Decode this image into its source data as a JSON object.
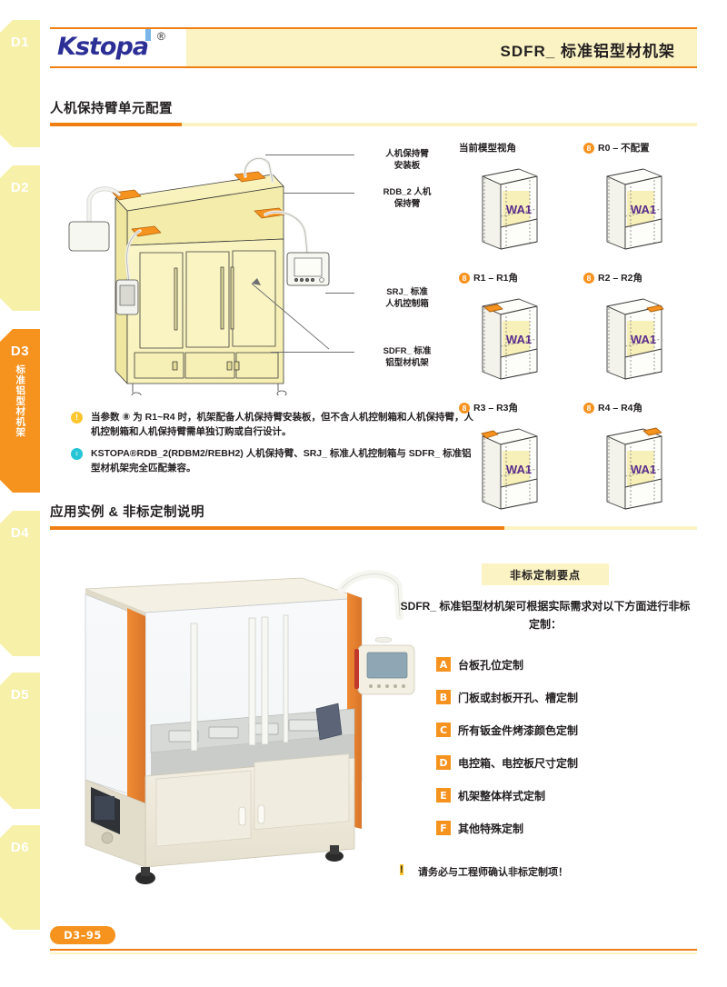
{
  "header": {
    "logo_text": "Kstopa",
    "logo_reg": "®",
    "title": "SDFR_ 标准铝型材机架"
  },
  "sidebar": {
    "tabs": [
      {
        "id": "D1",
        "label": "D1",
        "vertical": "",
        "active": false
      },
      {
        "id": "D2",
        "label": "D2",
        "vertical": "",
        "active": false
      },
      {
        "id": "D3",
        "label": "D3",
        "vertical": "标准铝型材机架",
        "active": true
      },
      {
        "id": "D4",
        "label": "D4",
        "vertical": "",
        "active": false
      },
      {
        "id": "D5",
        "label": "D5",
        "vertical": "",
        "active": false
      },
      {
        "id": "D6",
        "label": "D6",
        "vertical": "",
        "active": false
      }
    ]
  },
  "section1": {
    "title": "人机保持臂单元配置",
    "callouts": [
      {
        "line1": "人机保持臂",
        "line2": "安装板"
      },
      {
        "line1": "RDB_2 人机",
        "line2": "保持臂"
      },
      {
        "line1": "SRJ_ 标准",
        "line2": "人机控制箱"
      },
      {
        "line1": "SDFR_ 标准",
        "line2": "铝型材机架"
      }
    ],
    "variants": [
      {
        "badge": "",
        "title": "当前模型视角",
        "face_label": "WA1",
        "corner": "none"
      },
      {
        "badge": "8",
        "title": "R0 – 不配置",
        "face_label": "WA1",
        "corner": "none"
      },
      {
        "badge": "8",
        "title": "R1 – R1角",
        "face_label": "WA1",
        "corner": "front-left"
      },
      {
        "badge": "8",
        "title": "R2 – R2角",
        "face_label": "WA1",
        "corner": "front-right"
      },
      {
        "badge": "8",
        "title": "R3 – R3角",
        "face_label": "WA1",
        "corner": "back-left"
      },
      {
        "badge": "8",
        "title": "R4 – R4角",
        "face_label": "WA1",
        "corner": "back-right"
      }
    ],
    "notes": [
      {
        "icon": "warning-icon",
        "icon_glyph": "!",
        "text": "当参数 ⑧ 为 R1~R4 时，机架配备人机保持臂安装板，但不含人机控制箱和人机保持臂，人机控制箱和人机保持臂需单独订购或自行设计。"
      },
      {
        "icon": "tip-icon",
        "icon_glyph": "♀",
        "text": "KSTOPA®RDB_2(RDBM2/REBH2) 人机保持臂、SRJ_ 标准人机控制箱与 SDFR_ 标准铝型材机架完全匹配兼容。"
      }
    ]
  },
  "section2": {
    "title": "应用实例 & 非标定制说明",
    "panel_heading": "非标定制要点",
    "panel_intro": "SDFR_ 标准铝型材机架可根据实际需求对以下方面进行非标定制：",
    "options": [
      {
        "key": "A",
        "label": "台板孔位定制"
      },
      {
        "key": "B",
        "label": "门板或封板开孔、槽定制"
      },
      {
        "key": "C",
        "label": "所有钣金件烤漆颜色定制"
      },
      {
        "key": "D",
        "label": "电控箱、电控板尺寸定制"
      },
      {
        "key": "E",
        "label": "机架整体样式定制"
      },
      {
        "key": "F",
        "label": "其他特殊定制"
      }
    ],
    "footnote": {
      "icon": "warning-icon",
      "icon_glyph": "!",
      "text": "请务必与工程师确认非标定制项！"
    }
  },
  "footer": {
    "page_number": "D3–95"
  },
  "colors": {
    "accent_orange": "#f6921e",
    "rule_orange": "#f07f13",
    "pale_yellow": "#fbf3c4",
    "tab_yellow": "#f6f0a8",
    "logo_blue": "#2b2f96",
    "logo_accent": "#7ab7e8",
    "tip_cyan": "#25c5d6",
    "warn_yellow": "#fdc62e",
    "wa_purple": "#5b2d8e"
  }
}
